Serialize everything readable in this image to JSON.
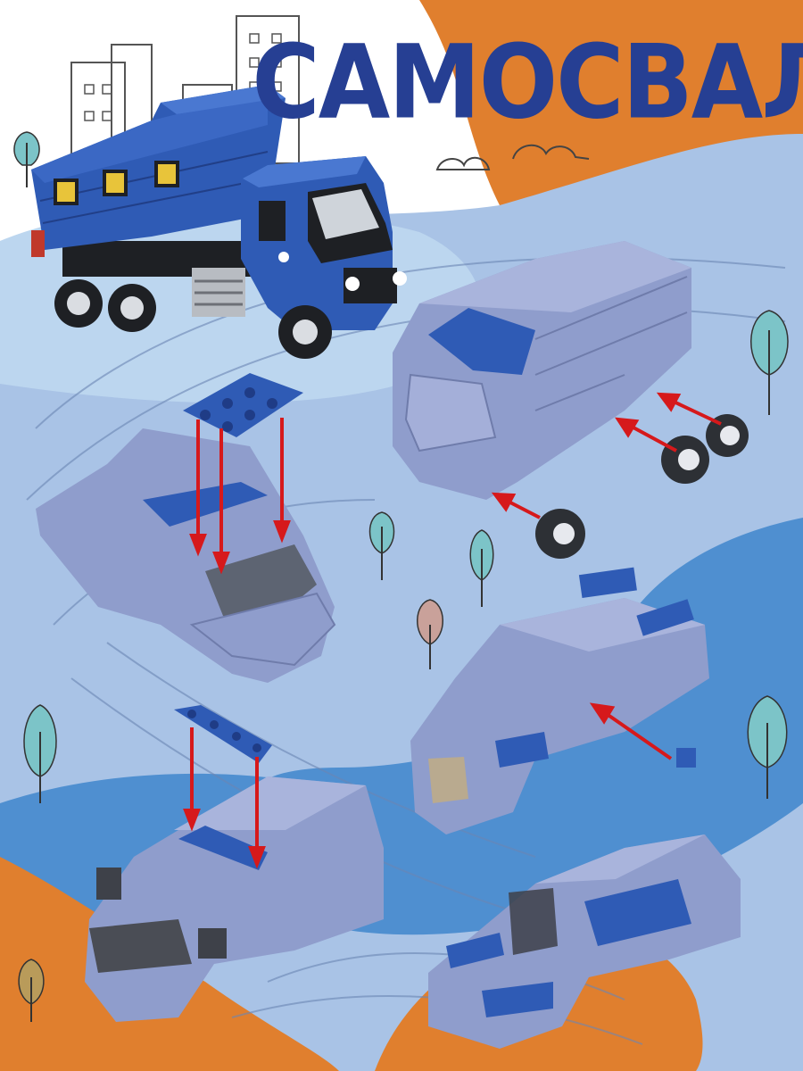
{
  "product": {
    "title": "САМОСВАЛ"
  },
  "colors": {
    "title": "#263f93",
    "orange_accent": "#e07f2e",
    "background_light_blue": "#a9c3e6",
    "background_mid_blue": "#4f8fd0",
    "brick_blue": "#2f5bb5",
    "brick_lavender": "#8f9dcc",
    "arrow_red": "#d6191b"
  },
  "scene": {
    "hero_model": "blue-dump-truck-brick-model",
    "assembly_steps": [
      "attach-wheels-step",
      "attach-roof-plate-step",
      "attach-side-tile-step",
      "attach-top-plate-step",
      "cab-windshield-step"
    ],
    "icons": [
      "tree-icon",
      "cloud-icon",
      "building-icon",
      "arrow-icon"
    ]
  }
}
